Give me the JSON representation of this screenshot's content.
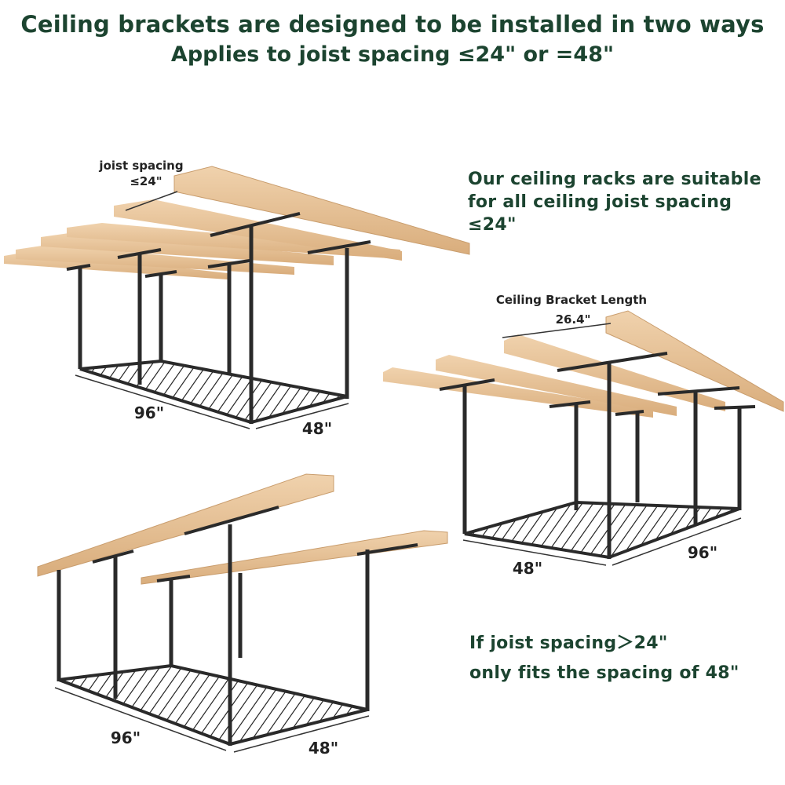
{
  "header": {
    "title": "Ceiling brackets are designed to be installed in two ways",
    "subtitle": "Applies to joist spacing ≤24\" or =48\""
  },
  "notes": {
    "suitable_line1": "Our ceiling racks are suitable",
    "suitable_line2": "for all ceiling joist spacing ≤24\"",
    "wide_line1": "If joist spacing＞24\"",
    "wide_line2": "only fits the spacing of 48\""
  },
  "rack_top_left": {
    "joist_label_line1": "joist spacing",
    "joist_label_line2": "≤24\"",
    "length_label": "96\"",
    "width_label": "48\""
  },
  "rack_right": {
    "bracket_label": "Ceiling Bracket Length",
    "bracket_value": "26.4\"",
    "width_label": "48\"",
    "length_label": "96\""
  },
  "rack_bottom_left": {
    "length_label": "96\"",
    "width_label": "48\""
  },
  "colors": {
    "heading": "#1c4430",
    "wood": "#e8c49a",
    "wood_dark": "#c99d6d",
    "steel": "#2a2a2a"
  }
}
